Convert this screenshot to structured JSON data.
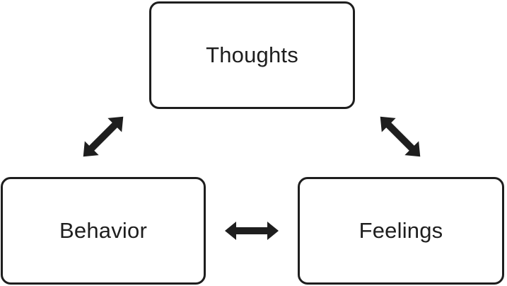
{
  "colors": {
    "stroke": "#1e1e1e",
    "background": "#ffffff"
  },
  "nodes": {
    "thoughts": {
      "label": "Thoughts"
    },
    "behavior": {
      "label": "Behavior"
    },
    "feelings": {
      "label": "Feelings"
    }
  },
  "edges": [
    {
      "from": "thoughts",
      "to": "behavior",
      "direction": "bidirectional"
    },
    {
      "from": "thoughts",
      "to": "feelings",
      "direction": "bidirectional"
    },
    {
      "from": "behavior",
      "to": "feelings",
      "direction": "bidirectional"
    }
  ]
}
